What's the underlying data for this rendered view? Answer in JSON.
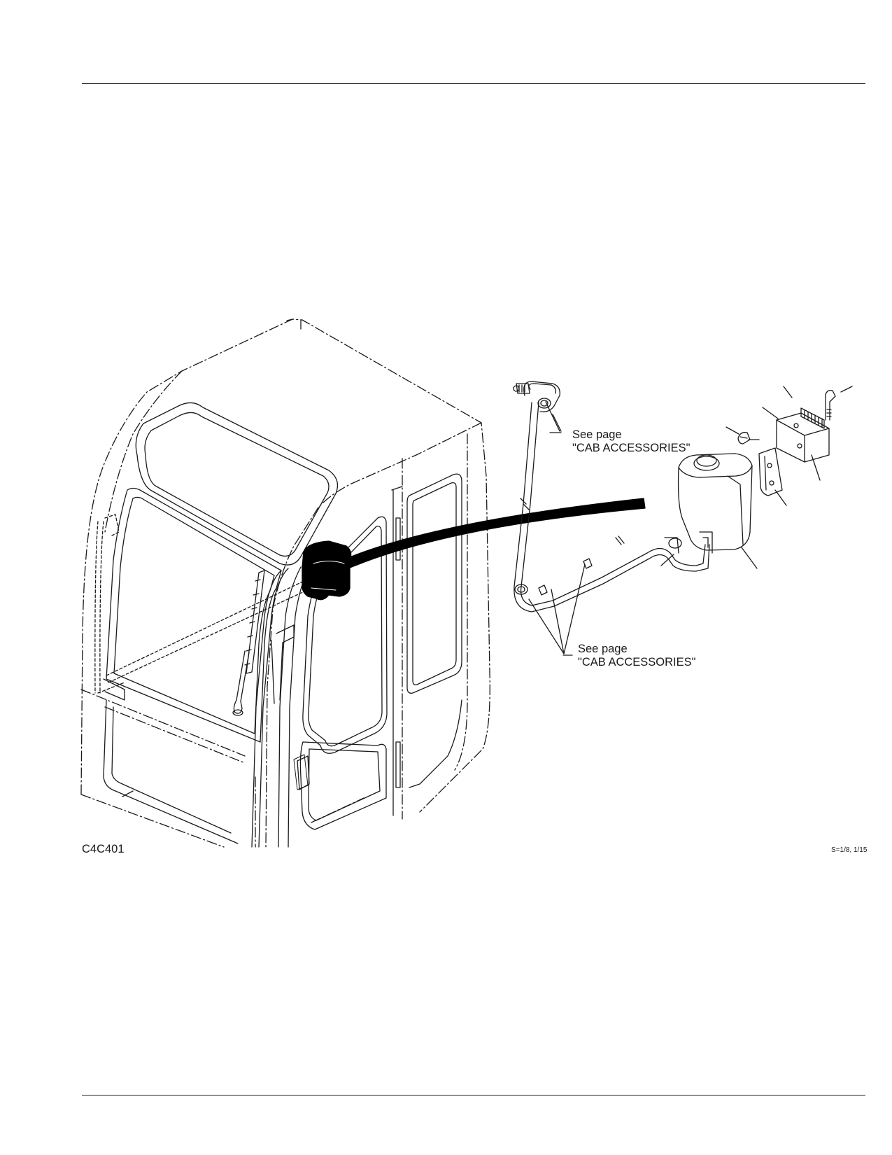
{
  "callouts": [
    {
      "line1": "See page",
      "line2": "\"CAB ACCESSORIES\""
    },
    {
      "line1": "See page",
      "line2": "\"CAB ACCESSORIES\""
    }
  ],
  "figure_id": "C4C401",
  "scale": "S=1/8, 1/15"
}
